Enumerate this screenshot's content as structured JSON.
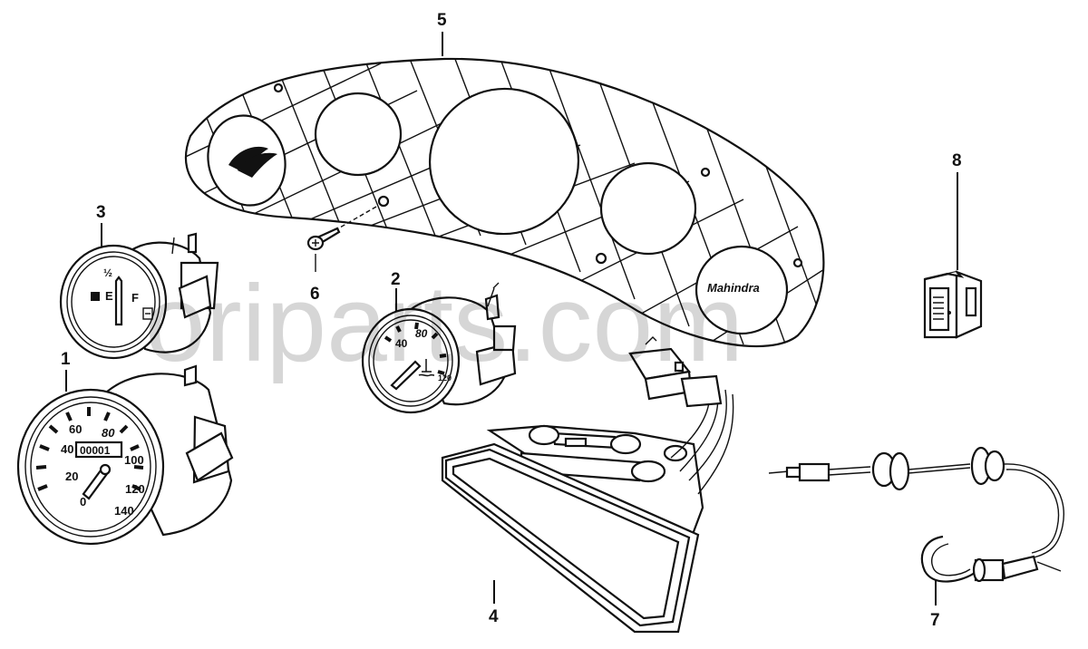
{
  "callouts": {
    "c1": "1",
    "c2": "2",
    "c3": "3",
    "c4": "4",
    "c5": "5",
    "c6": "6",
    "c7": "7",
    "c8": "8"
  },
  "panel": {
    "logo_text": "Mahindra"
  },
  "speedometer": {
    "ticks": [
      "0",
      "20",
      "40",
      "60",
      "80",
      "100",
      "120",
      "140"
    ],
    "odometer": "00001"
  },
  "temp_gauge": {
    "ticks": [
      "40",
      "80",
      "120"
    ]
  },
  "fuel_gauge": {
    "half": "½",
    "empty": "E",
    "full": "F"
  },
  "watermark": "oriparts.com",
  "colors": {
    "line": "#111111",
    "background": "#ffffff"
  }
}
